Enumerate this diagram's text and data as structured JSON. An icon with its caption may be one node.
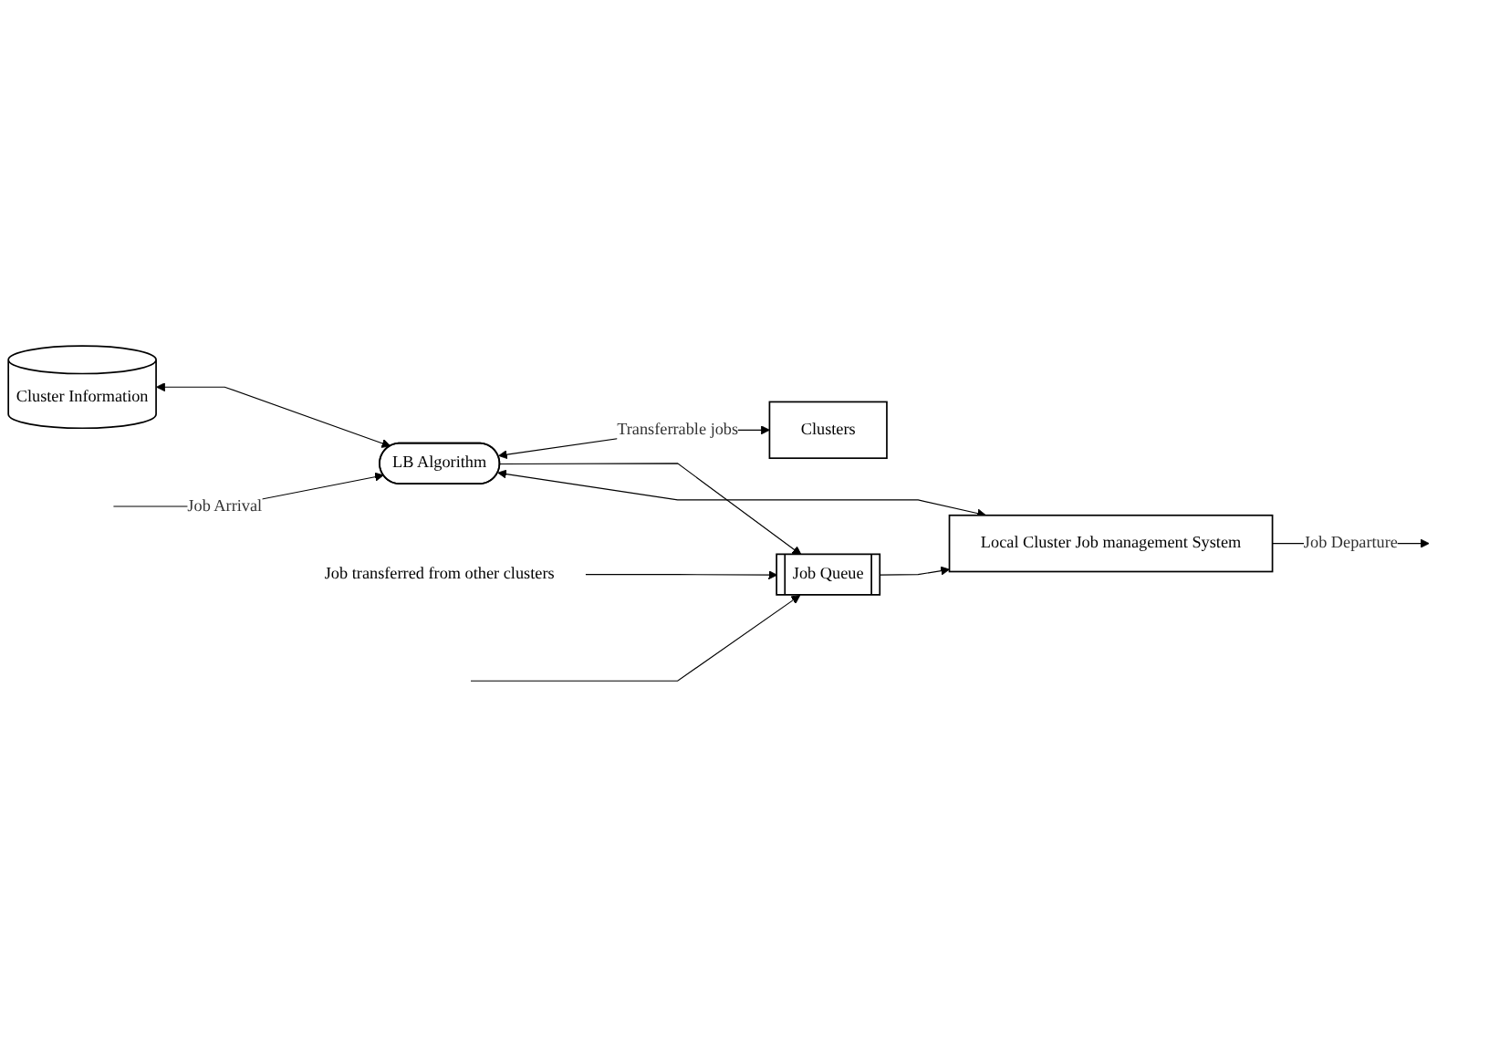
{
  "diagram": {
    "nodes": [
      {
        "text": [
          "Cluster Information"
        ]
      },
      {
        "text": [
          "LB Algorithm"
        ]
      },
      {
        "text": [
          "Clusters"
        ]
      },
      {
        "text": [
          "Job Queue"
        ]
      },
      {
        "text": [
          "Local Cluster Job management System"
        ]
      },
      {
        "text": [
          "Job transferred from other clusters"
        ]
      }
    ],
    "edges": [
      {
        "from": 0,
        "to": 1,
        "arrow": "both"
      },
      {
        "from": null,
        "to": 1,
        "arrow": "to",
        "label": "Job Arrival"
      },
      {
        "from": 1,
        "to": 2,
        "arrow": "both",
        "label": "Transferrable jobs"
      },
      {
        "from": 1,
        "to": 3,
        "arrow": "to"
      },
      {
        "from": null,
        "to": 3,
        "arrow": "to"
      },
      {
        "from": 5,
        "to": 3,
        "arrow": "to"
      },
      {
        "from": 3,
        "to": 4,
        "arrow": "to"
      },
      {
        "from": 4,
        "to": 1,
        "arrow": "both"
      },
      {
        "from": 4,
        "to": null,
        "arrow": "to",
        "label": "Job Departure"
      }
    ]
  }
}
